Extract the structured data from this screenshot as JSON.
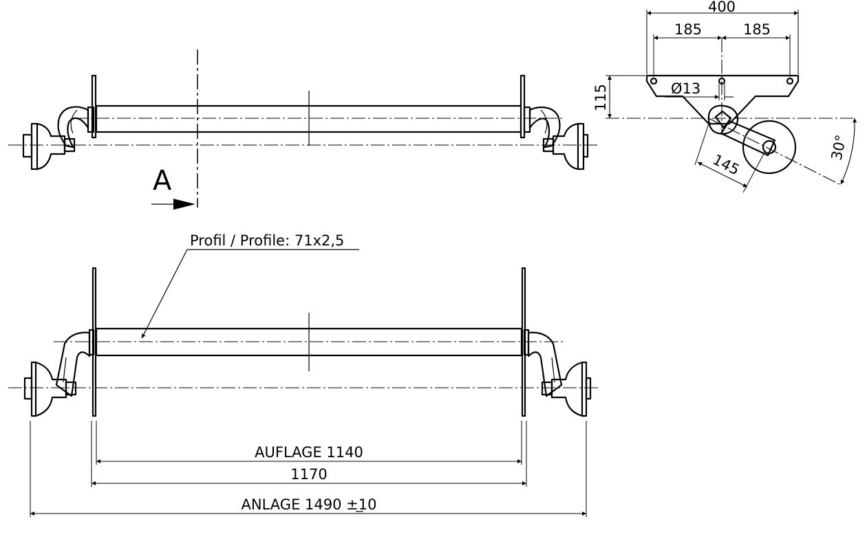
{
  "section_marker": "A",
  "profile_label": "Profil / Profile: 71x2,5",
  "dimensions": {
    "auflage": "AUFLAGE 1140",
    "flange_distance": "1170",
    "anlage": "ANLAGE 1490 ±10",
    "plate_width": "400",
    "hole_offset_left": "185",
    "hole_offset_right": "185",
    "height": "115",
    "hole_diameter": "Ø13",
    "arm_length": "145",
    "arm_angle": "30°"
  }
}
